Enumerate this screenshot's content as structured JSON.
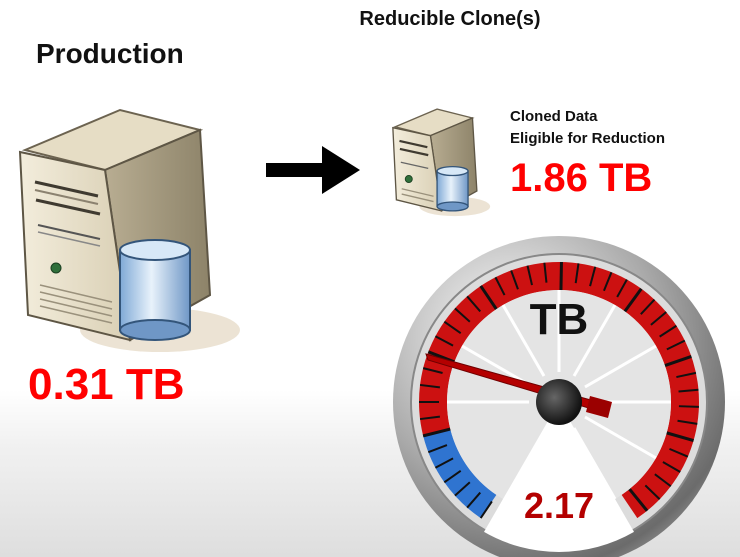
{
  "header": {
    "clones_title": "Reducible Clone(s)"
  },
  "production": {
    "title": "Production",
    "value": "0.31 TB"
  },
  "clone": {
    "label_line1": "Cloned Data",
    "label_line2": "Eligible for Reduction",
    "value": "1.86 TB"
  },
  "gauge": {
    "unit": "TB",
    "value": "2.17",
    "colors": {
      "red_zone": "#cc1111",
      "blue_zone": "#2f74d0",
      "needle": "#b40000"
    }
  },
  "icons": [
    "server-tower-icon",
    "database-icon",
    "arrow-right-icon"
  ]
}
